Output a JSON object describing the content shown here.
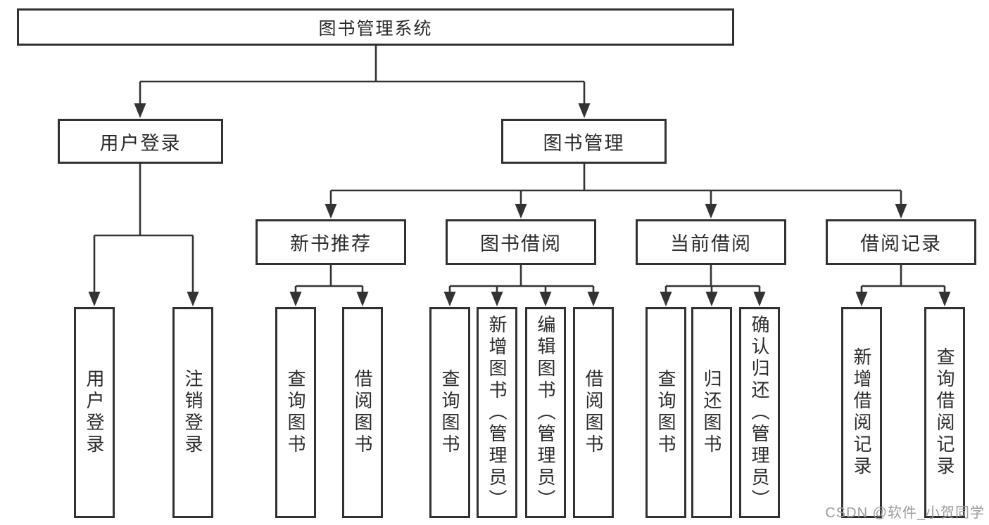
{
  "diagram": {
    "root": {
      "label": "图书管理系统",
      "children": [
        {
          "label": "用户登录",
          "children": [
            {
              "label": "用户登录"
            },
            {
              "label": "注销登录"
            }
          ]
        },
        {
          "label": "图书管理",
          "children": [
            {
              "label": "新书推荐",
              "children": [
                {
                  "label": "查询图书"
                },
                {
                  "label": "借阅图书"
                }
              ]
            },
            {
              "label": "图书借阅",
              "children": [
                {
                  "label": "查询图书"
                },
                {
                  "label": "新增图书（管理员）"
                },
                {
                  "label": "编辑图书（管理员）"
                },
                {
                  "label": "借阅图书"
                }
              ]
            },
            {
              "label": "当前借阅",
              "children": [
                {
                  "label": "查询图书"
                },
                {
                  "label": "归还图书"
                },
                {
                  "label": "确认归还（管理员）"
                }
              ]
            },
            {
              "label": "借阅记录",
              "children": [
                {
                  "label": "新增借阅记录"
                },
                {
                  "label": "查询借阅记录"
                }
              ]
            }
          ]
        }
      ]
    }
  },
  "watermark": {
    "text": "CSDN @软件_小贺同学"
  },
  "colors": {
    "line": "#333333",
    "box_border": "#313131",
    "text": "#2b2b2b",
    "watermark": "#9c9c9c",
    "background": "#ffffff"
  }
}
